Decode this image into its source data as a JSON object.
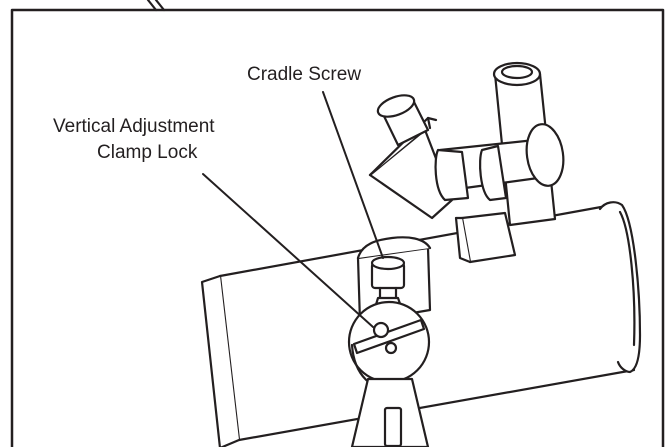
{
  "labels": {
    "cradle_screw": "Cradle Screw",
    "vertical_adjustment_line1": "Vertical Adjustment",
    "vertical_adjustment_line2": "Clamp Lock"
  },
  "colors": {
    "stroke": "#231f20",
    "fill": "#ffffff"
  }
}
